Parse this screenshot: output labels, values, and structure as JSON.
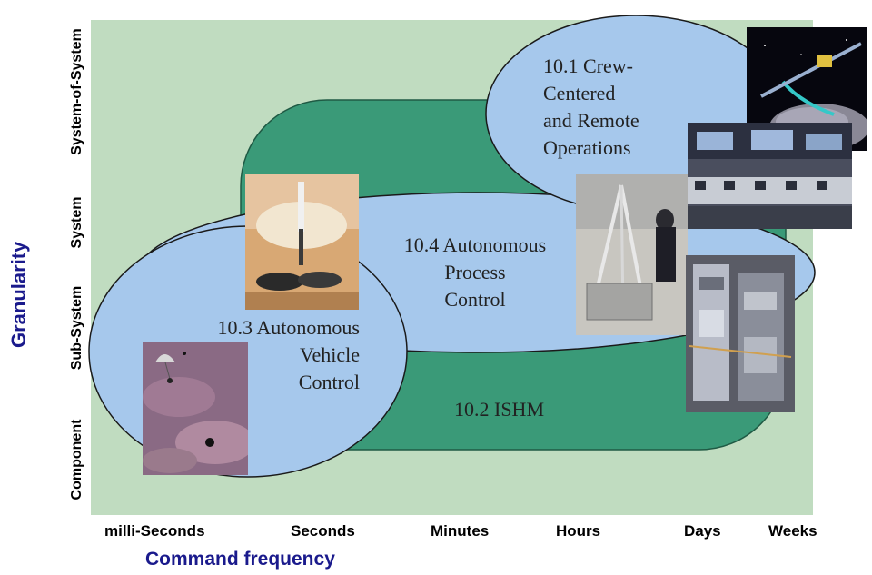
{
  "axes": {
    "y_title": "Granularity",
    "x_title": "Command frequency",
    "y_ticks": [
      "System-of-System",
      "System",
      "Sub-System",
      "Component"
    ],
    "x_ticks": [
      "milli-Seconds",
      "Seconds",
      "Minutes",
      "Hours",
      "Days",
      "Weeks"
    ]
  },
  "regions": {
    "crew": {
      "line1": "10.1 Crew-",
      "line2": "Centered",
      "line3": "and Remote",
      "line4": "Operations"
    },
    "process": {
      "line1": "10.4 Autonomous",
      "line2": "Process",
      "line3": "Control"
    },
    "vehicle": {
      "line1": "10.3 Autonomous",
      "line2": "Vehicle",
      "line3": "Control"
    },
    "ishm": {
      "label": "10.2 ISHM"
    }
  },
  "colors": {
    "background": "#c0dcc0",
    "ishm": "#3a9a78",
    "ellipse": "#a6c8ec",
    "title": "#1a1a8c"
  },
  "icons": {
    "satellite": "satellite-asteroid-photo",
    "mission_control": "mission-control-photo",
    "field_tripod": "field-tripod-photo",
    "rack_hardware": "rack-hardware-photo",
    "lander": "lander-photo",
    "parachute": "parachute-descent-photo"
  }
}
